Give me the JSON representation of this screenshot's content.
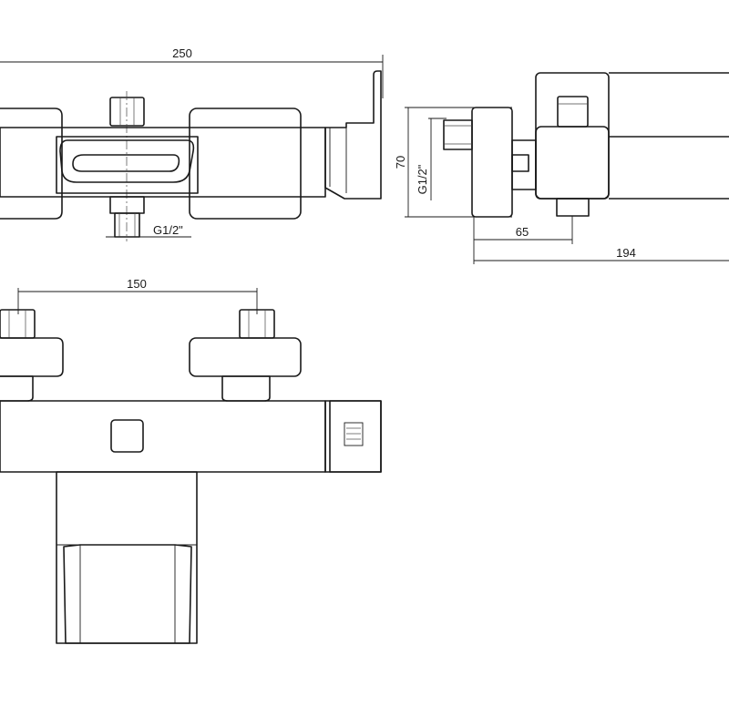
{
  "front_view": {
    "overall_width": "250",
    "thread": "G1/2\""
  },
  "side_view": {
    "height": "70",
    "thread": "G1/2\"",
    "offset": "65",
    "depth": "194"
  },
  "top_view": {
    "inlet_spacing": "150"
  },
  "colors": {
    "line": "#1a1a1a",
    "background": "#ffffff"
  }
}
